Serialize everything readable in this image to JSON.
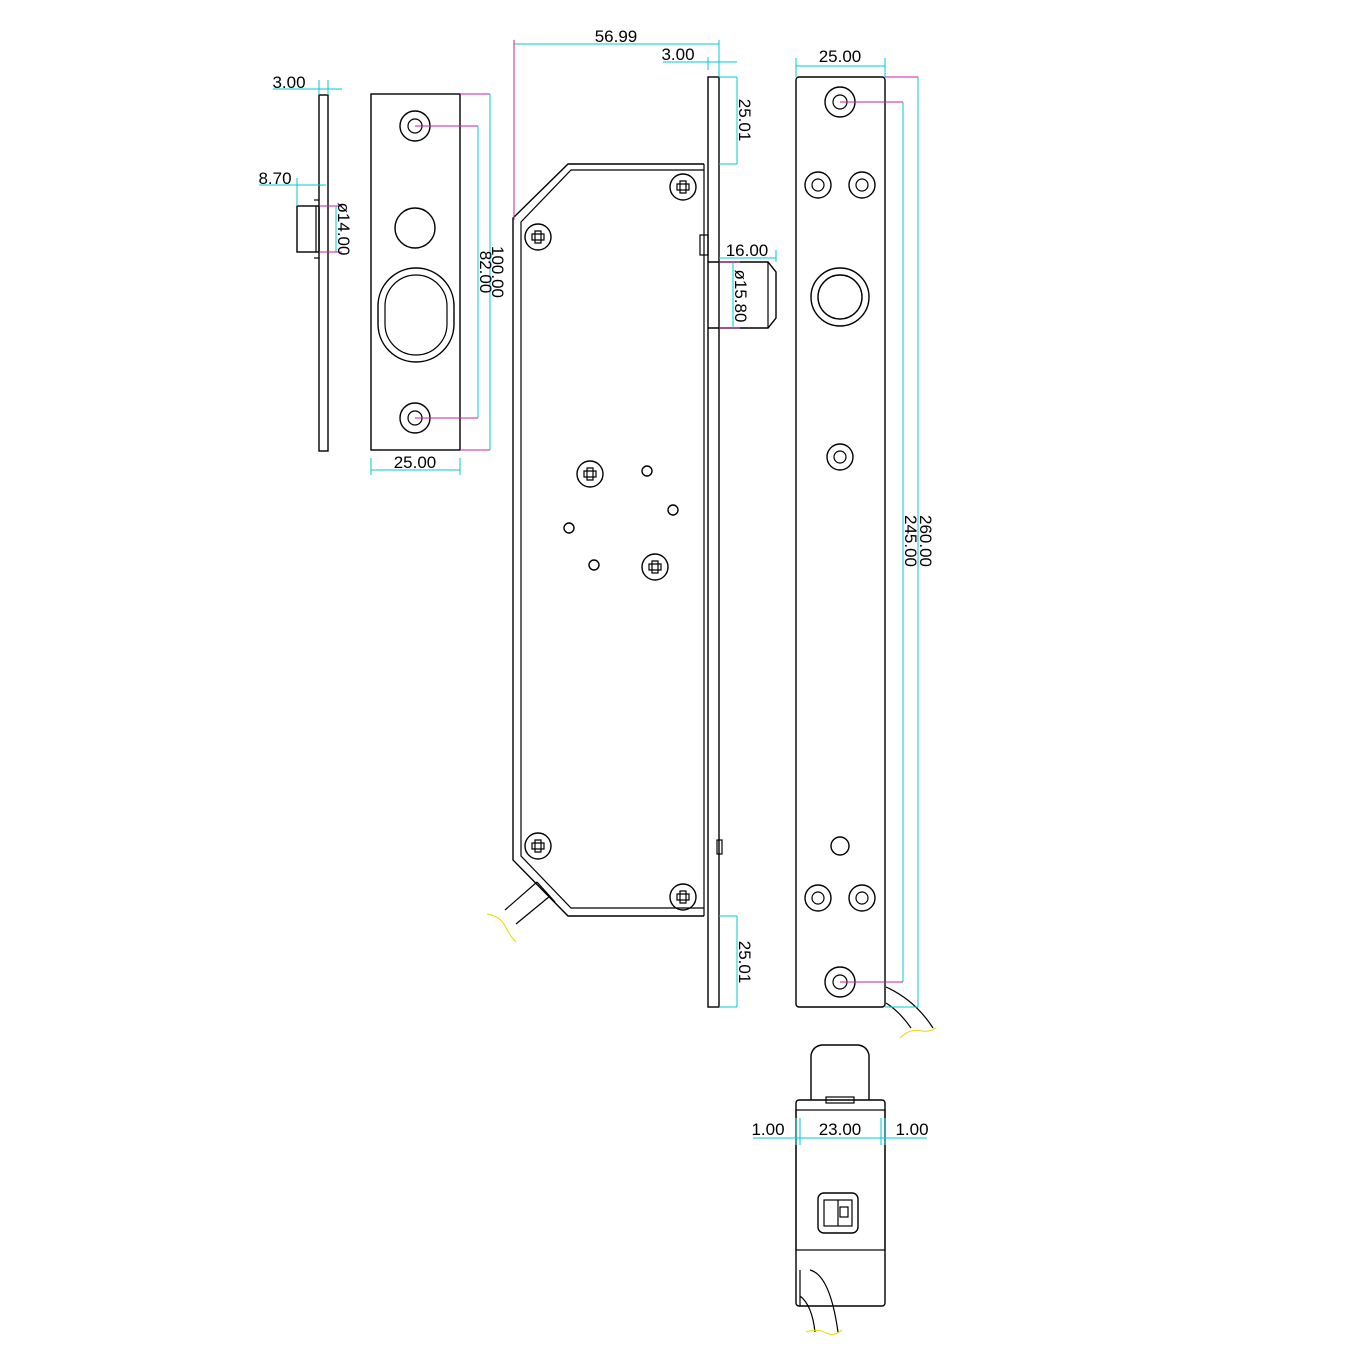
{
  "dimensions": {
    "plate_thickness": "3.00",
    "pin_offset": "8.70",
    "pin_diameter": "ø14.00",
    "strike_width": "25.00",
    "strike_length": "100.00",
    "strike_hole_pitch": "82.00",
    "body_depth": "56.99",
    "faceplate_thickness": "3.00",
    "top_offset": "25.01",
    "bolt_length": "16.00",
    "bolt_diameter": "ø15.80",
    "bottom_offset": "25.01",
    "faceplate_width": "25.00",
    "faceplate_length": "260.00",
    "faceplate_hole_pitch": "245.00",
    "left_gap": "1.00",
    "connector_width": "23.00",
    "right_gap": "1.00"
  },
  "colors": {
    "outline": "#000000",
    "dimension_line": "#00c8d7",
    "leader_line": "#d21e9c",
    "break_line": "#e6d700"
  }
}
